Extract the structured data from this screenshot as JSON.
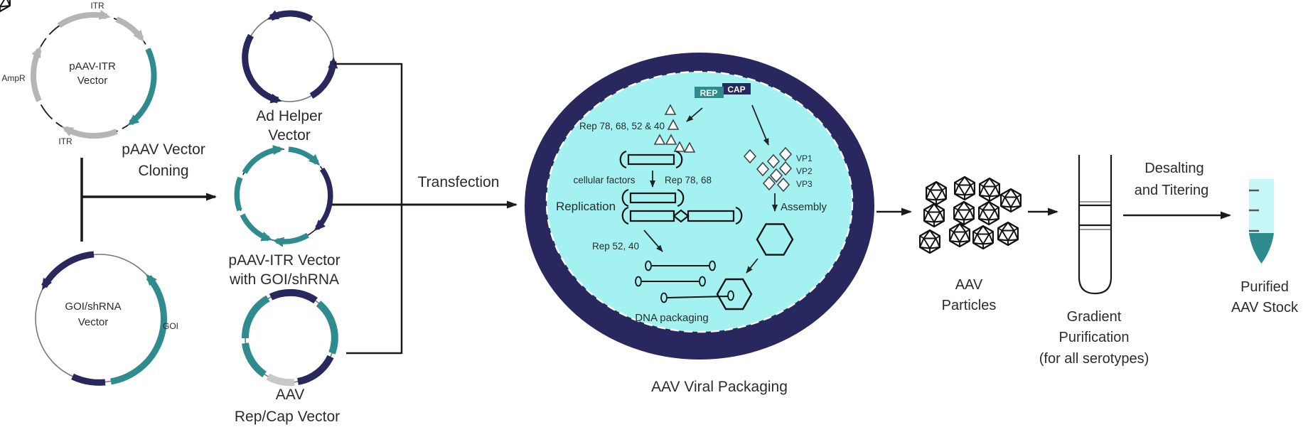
{
  "diagram": {
    "plasmid_paav": {
      "line1": "pAAV-ITR",
      "line2": "Vector",
      "itr_top": "ITR",
      "ampr": "AmpR",
      "itr_bottom": "ITR"
    },
    "cloning": {
      "line1": "pAAV Vector",
      "line2": "Cloning"
    },
    "plasmid_goi": {
      "line1": "GOI/shRNA",
      "line2": "Vector",
      "goi": "GOI"
    },
    "ad_helper": {
      "line1": "Ad Helper",
      "line2": "Vector"
    },
    "paav_goi_vector": {
      "line1": "pAAV-ITR Vector",
      "line2": "with GOI/shRNA"
    },
    "rep_cap_vector": {
      "line1": "AAV",
      "line2": "Rep/Cap Vector"
    },
    "transfection": "Transfection",
    "cell": {
      "rep": "REP",
      "cap": "CAP",
      "rep_proteins": "Rep 78, 68, 52 & 40",
      "cellular_factors": "cellular factors",
      "rep_78_68": "Rep 78, 68",
      "replication": "Replication",
      "rep_52_40": "Rep 52, 40",
      "dna_packaging": "DNA packaging",
      "vp1": "VP1",
      "vp2": "VP2",
      "vp3": "VP3",
      "assembly": "Assembly"
    },
    "cell_caption": "AAV Viral Packaging",
    "particles": {
      "line1": "AAV",
      "line2": "Particles"
    },
    "gradient": {
      "line1": "Gradient",
      "line2": "Purification",
      "line3": "(for all serotypes)"
    },
    "desalting": {
      "line1": "Desalting",
      "line2": "and Titering"
    },
    "purified": {
      "line1": "Purified",
      "line2": "AAV Stock"
    }
  },
  "colors": {
    "teal": "#2e8b8e",
    "navy": "#28285f",
    "cell_membrane": "#28285f",
    "cell_cytoplasm": "#a4f1f1",
    "gray_arrow": "#b5b5b5",
    "tube_liquid": "#c6f8f8",
    "tube_pellet": "#2e8b8e"
  }
}
